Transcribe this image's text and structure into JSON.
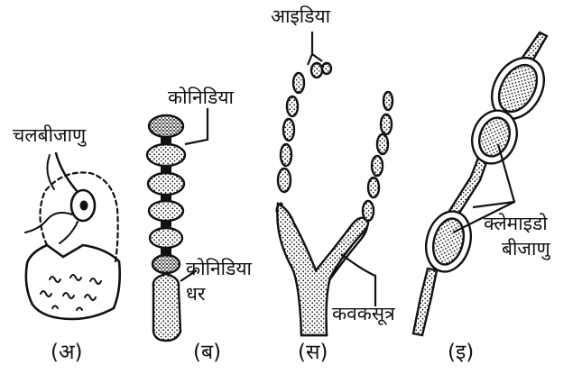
{
  "labels": {
    "zoospore": "चलबीजाणु",
    "conidia": "कोनिडिया",
    "conidiophore_1": "कोनिडिया",
    "conidiophore_2": "धर",
    "oidia": "आइडिया",
    "hypha": "कवकसूत्र",
    "chlamydospore_1": "क्लेमाइडो",
    "chlamydospore_2": "बीजाणु"
  },
  "captions": {
    "a": "(अ)",
    "b": "(ब)",
    "c": "(स)",
    "d": "(इ)"
  },
  "colors": {
    "ink": "#111111",
    "paper": "#ffffff"
  }
}
